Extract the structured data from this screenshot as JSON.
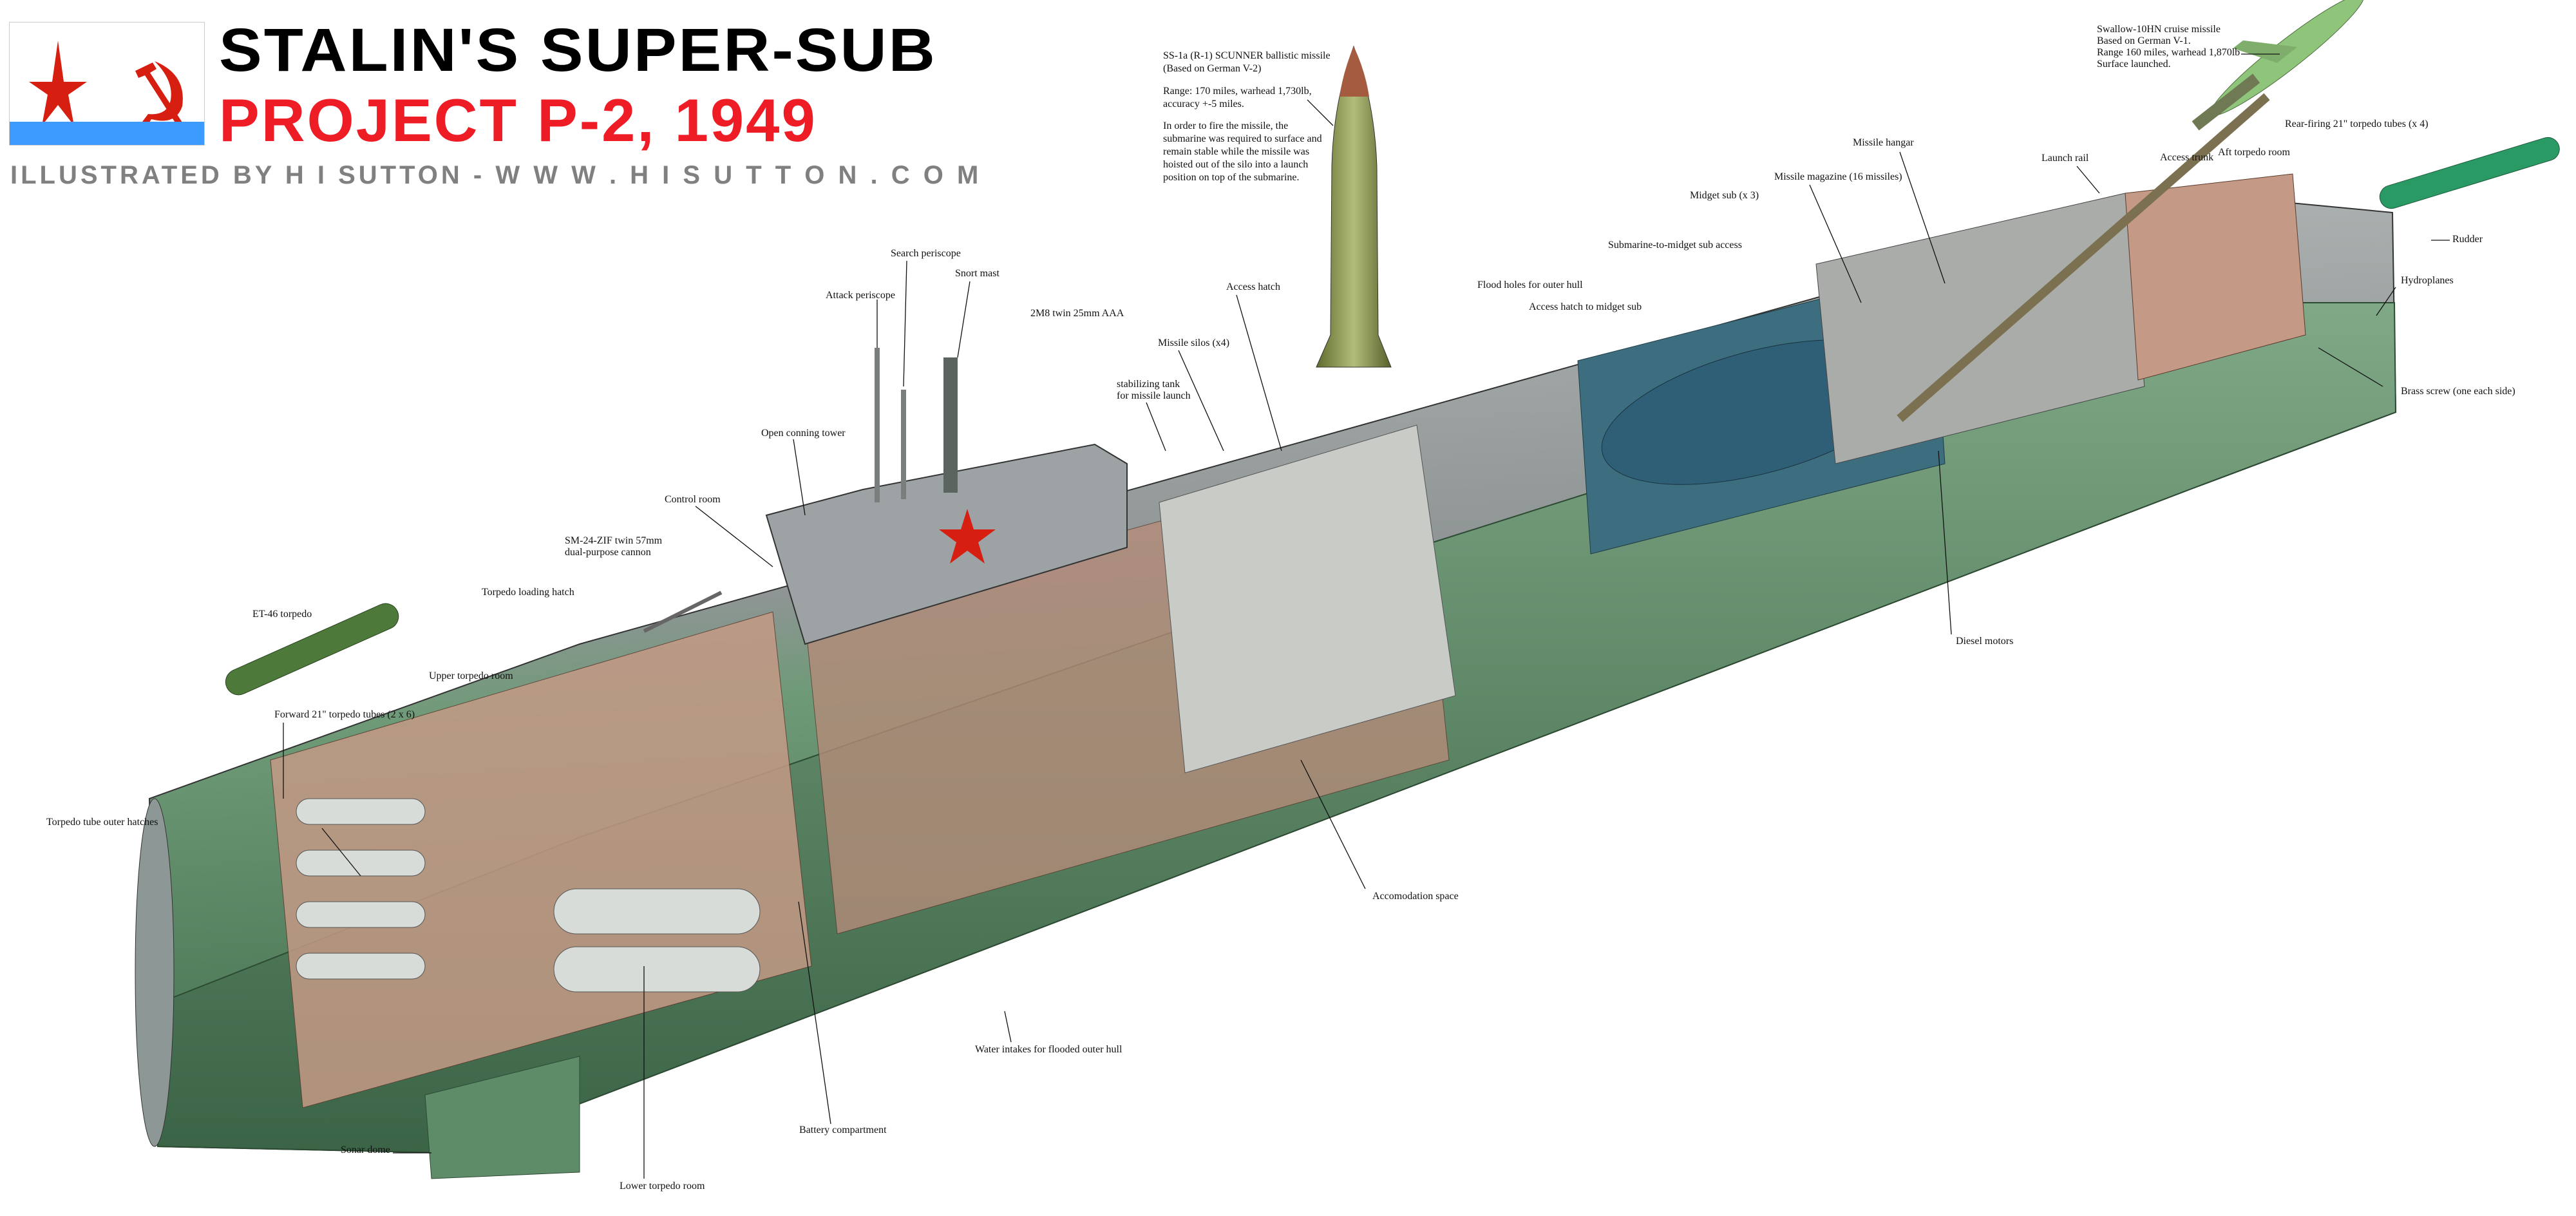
{
  "header": {
    "title": "STALIN'S SUPER-SUB",
    "subtitle": "PROJECT P-2, 1949",
    "credit": "ILLUSTRATED BY H I SUTTON - W W W . H I S U T T O N . C O M",
    "flag": {
      "star_color": "#d61f10",
      "band_color": "#3d9bff"
    }
  },
  "ballistic_missile": {
    "name": "SS-1a (R-1) SCUNNER ballistic missile",
    "basis": "(Based on German V-2)",
    "specs": "Range: 170 miles, warhead 1,730lb, accuracy +-5 miles.",
    "note": "In order to fire the missile, the submarine was required to surface and remain stable while the missile was hoisted out of the silo into a launch position on top of the submarine."
  },
  "cruise_missile": {
    "name": "Swallow-10HN cruise missile",
    "basis": "Based on German V-1.",
    "specs": "Range 160 miles, warhead 1,870lb",
    "launch": "Surface launched."
  },
  "labels": {
    "access_trunk": "Access trunk",
    "rear_tubes": "Rear-firing 21\" torpedo tubes (x 4)",
    "aft_torpedo_room": "Aft torpedo room",
    "launch_rail": "Launch rail",
    "missile_hangar": "Missile hangar",
    "missile_magazine": "Missile magazine (16 missiles)",
    "midget_sub": "Midget sub (x 3)",
    "sub_to_midget": "Submarine-to-midget sub access",
    "flood_holes": "Flood holes for outer hull",
    "access_hatch_midget": "Access hatch to midget sub",
    "rudder": "Rudder",
    "hydroplanes": "Hydroplanes",
    "brass_screw": "Brass screw (one each side)",
    "diesel_motors": "Diesel motors",
    "accommodation": "Accomodation space",
    "water_intakes": "Water intakes for flooded outer hull",
    "battery": "Battery compartment",
    "lower_torpedo_room": "Lower torpedo room",
    "sonar_dome": "Sonar dome",
    "outer_hatches": "Torpedo tube outer hatches",
    "forward_tubes": "Forward 21\" torpedo tubes (2 x 6)",
    "upper_torpedo_room": "Upper torpedo room",
    "et46": "ET-46 torpedo",
    "loading_hatch": "Torpedo loading hatch",
    "cannon_1": "SM-24-ZIF twin 57mm",
    "cannon_2": "dual-purpose cannon",
    "control_room": "Control room",
    "conning_tower": "Open conning tower",
    "attack_periscope": "Attack periscope",
    "search_periscope": "Search periscope",
    "snort_mast": "Snort mast",
    "aaa": "2M8 twin 25mm AAA",
    "missile_silos": "Missile silos (x4)",
    "stab_tank_1": "stabilizing tank",
    "stab_tank_2": "for missile launch",
    "access_hatch": "Access hatch"
  }
}
